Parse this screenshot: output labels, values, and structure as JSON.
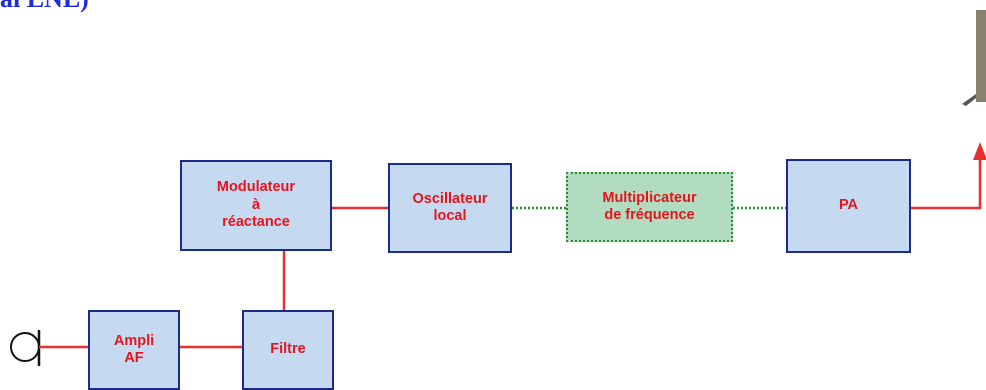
{
  "blocks": {
    "modulateur": "Modulateur\nà\nréactance",
    "oscillateur": "Oscillateur\nlocal",
    "multiplicateur": "Multiplicateur\nde fréquence",
    "pa": "PA",
    "ampli": "Ampli\nAF",
    "filtre": "Filtre"
  },
  "colors": {
    "block_fill": "#c5d9f1",
    "block_border": "#1c2a8a",
    "multiplier_fill": "#b2dcc0",
    "multiplier_border": "#2e8b2e",
    "label": "#e8141c",
    "wire": "#e83030",
    "dotted_link": "#2e8b2e",
    "antenna": "#8a8270"
  },
  "icons": [
    "microphone-icon",
    "antenna-icon"
  ]
}
